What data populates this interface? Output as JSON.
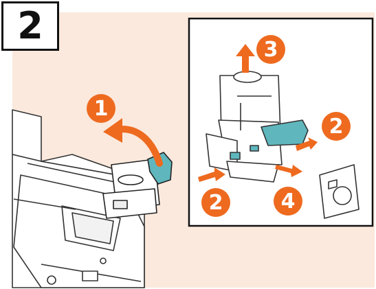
{
  "step_number": "2",
  "callouts": [
    {
      "id": "pull-up-cartridge",
      "label": "1"
    },
    {
      "id": "lift-up",
      "label": "3"
    },
    {
      "id": "press-lever",
      "label": "2"
    },
    {
      "id": "press-side",
      "label": "2"
    },
    {
      "id": "remove-case",
      "label": "4"
    }
  ],
  "colors": {
    "background_tint": "#fbe9dd",
    "accent_orange": "#ee6a1f",
    "accent_teal": "#5fb6bd",
    "line": "#222222"
  }
}
